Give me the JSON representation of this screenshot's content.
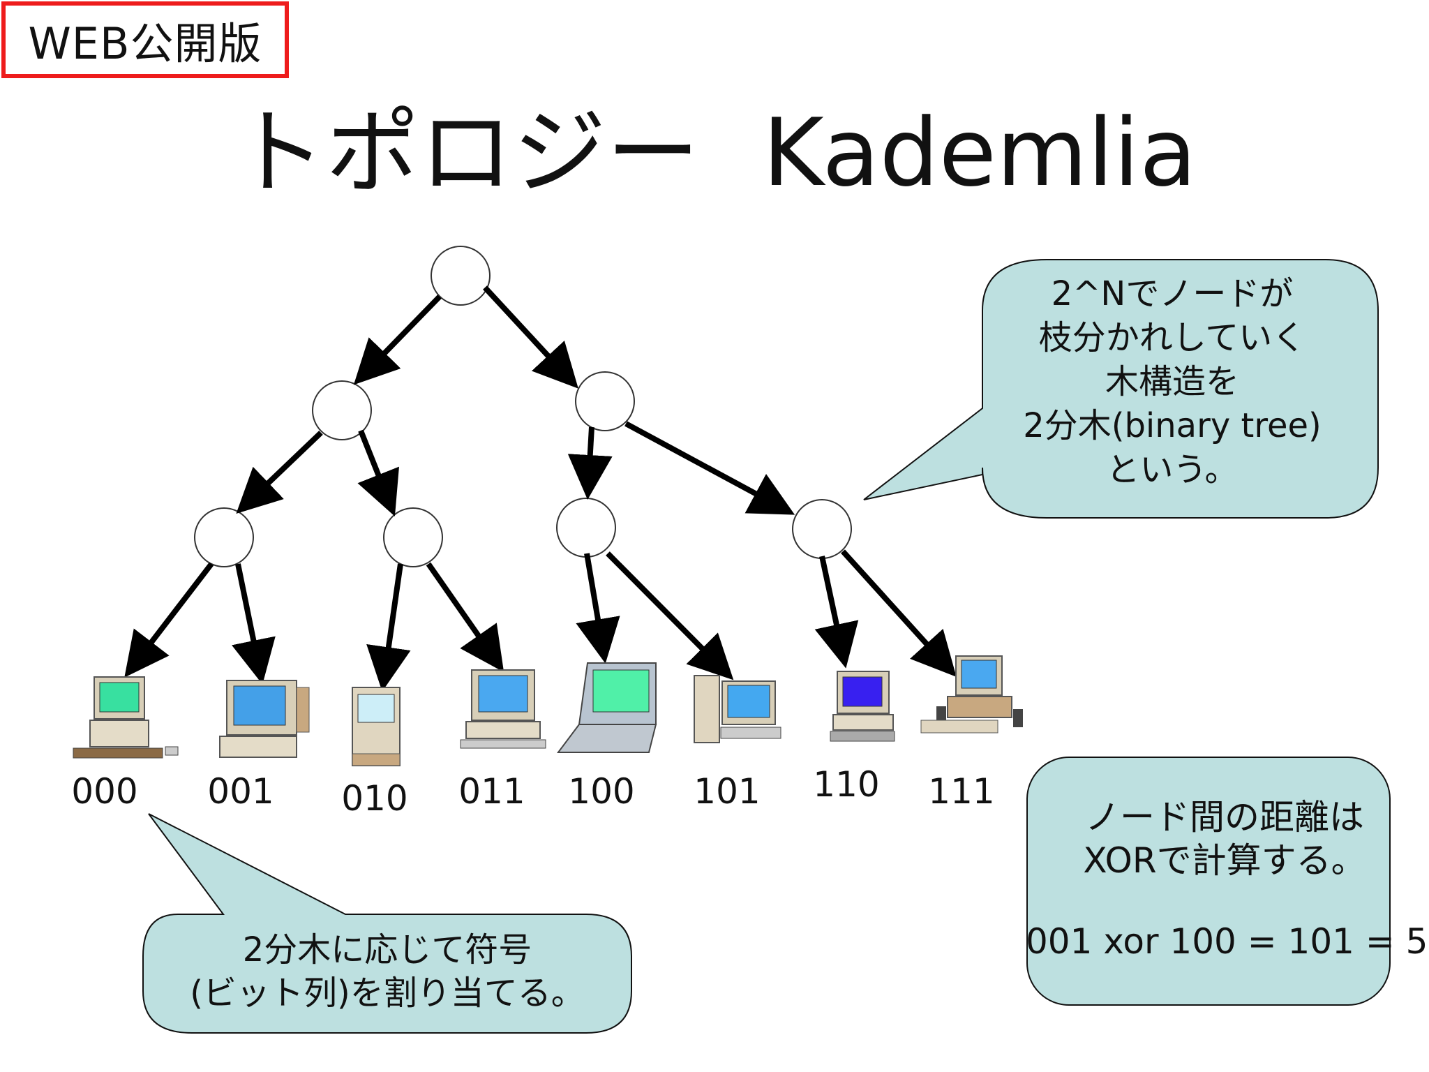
{
  "badge": {
    "label": "WEB公開版"
  },
  "title": {
    "part1": "トポロジー",
    "part2": "Kademlia"
  },
  "leaves": [
    {
      "label": "000",
      "icon": "desktop-pc-icon"
    },
    {
      "label": "001",
      "icon": "crt-monitor-pc-icon"
    },
    {
      "label": "010",
      "icon": "compact-mac-icon"
    },
    {
      "label": "011",
      "icon": "desktop-pc-icon"
    },
    {
      "label": "100",
      "icon": "laptop-icon"
    },
    {
      "label": "101",
      "icon": "tower-pc-icon"
    },
    {
      "label": "110",
      "icon": "desktop-pc-icon"
    },
    {
      "label": "111",
      "icon": "desktop-pc-speakers-icon"
    }
  ],
  "callouts": {
    "tree": {
      "lines": [
        "2^Nでノードが",
        "枝分かれしていく",
        "木構造を",
        "2分木(binary tree)",
        "という。"
      ]
    },
    "code": {
      "lines": [
        "2分木に応じて符号",
        "(ビット列)を割り当てる。"
      ]
    },
    "xor": {
      "lines": [
        "ノード間の距離は",
        "XORで計算する。"
      ],
      "formula": "001 xor 100 = 101 = 5"
    }
  },
  "colors": {
    "badge_border": "#ee1c1c",
    "callout_fill": "#bde0e0",
    "arrow": "#000000",
    "node_fill": "#ffffff"
  }
}
